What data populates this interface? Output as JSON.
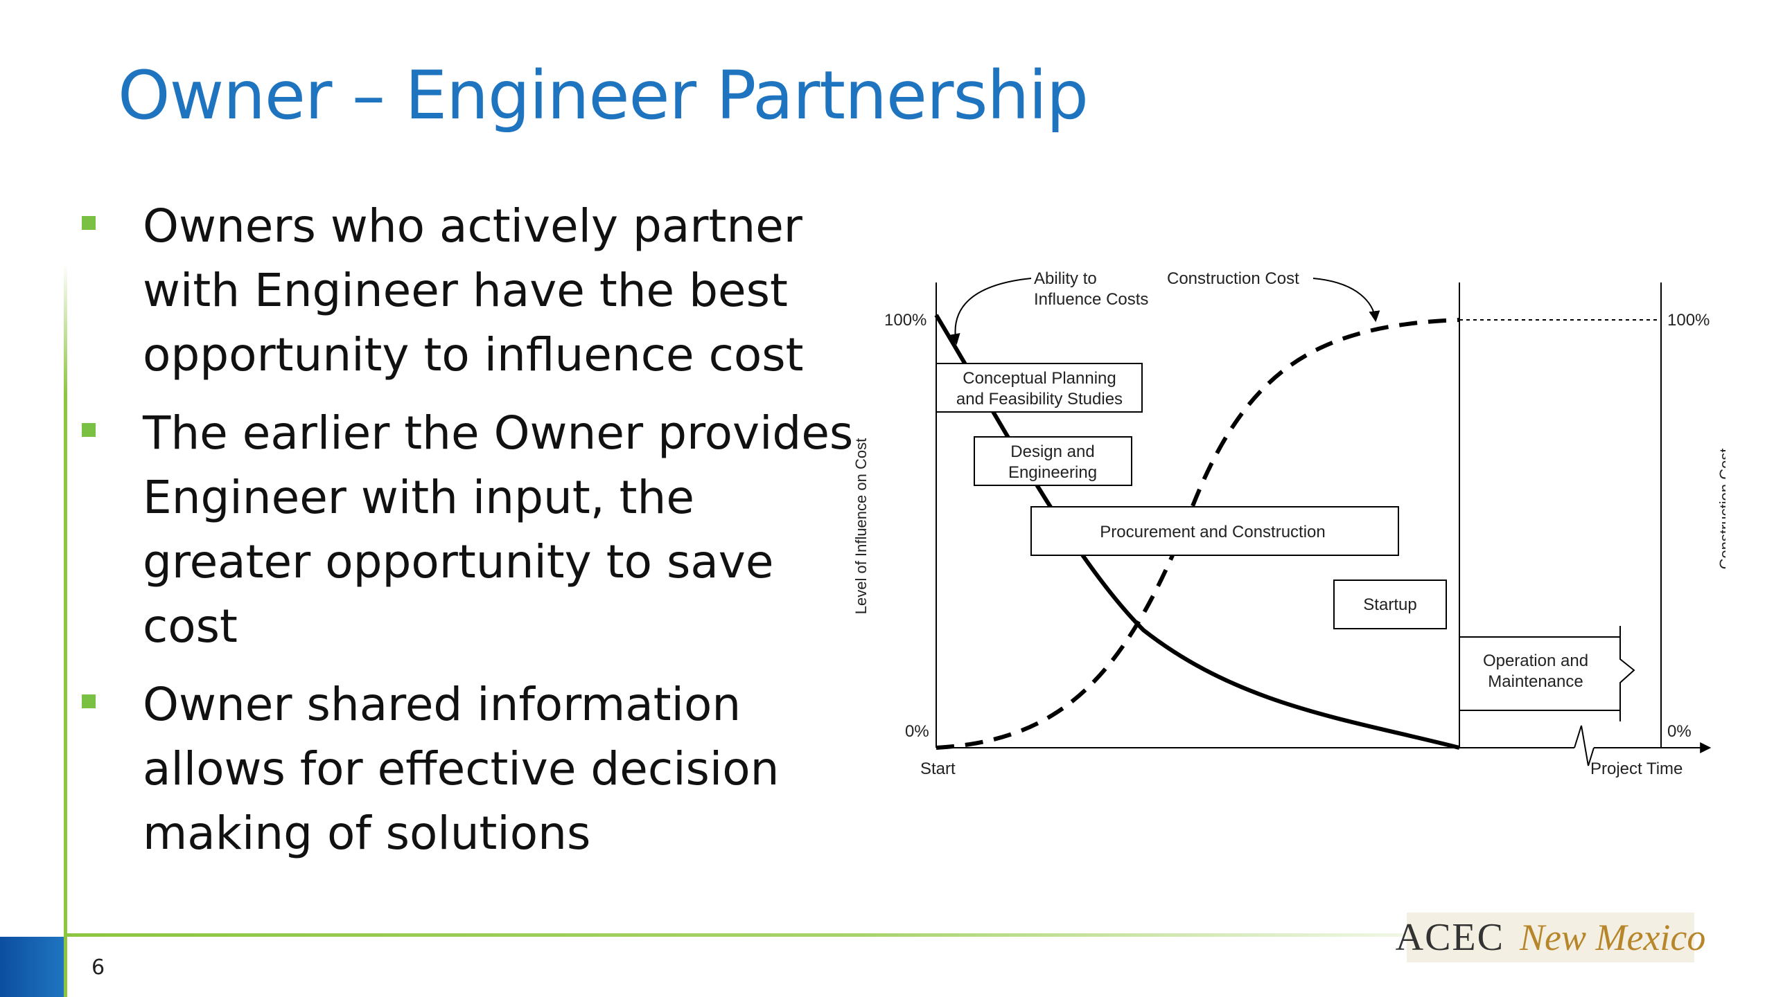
{
  "slide": {
    "title": "Owner – Engineer Partnership",
    "page_number": "6"
  },
  "bullets": [
    "Owners who actively partner with Engineer have the best opportunity to influence cost",
    "The earlier the Owner provides Engineer with input, the greater opportunity to save cost",
    "Owner shared information allows for effective decision making of solutions"
  ],
  "diagram": {
    "left_axis_label": "Level of Influence on Cost",
    "right_axis_label": "Construction Cost",
    "left_top_tick": "100%",
    "left_bottom_tick": "0%",
    "right_top_tick": "100%",
    "right_bottom_tick": "0%",
    "x_start": "Start",
    "x_end": "Project Time",
    "callout_influence_line1": "Ability to",
    "callout_influence_line2": "Influence Costs",
    "callout_construction": "Construction Cost",
    "phases": {
      "conceptual_line1": "Conceptual Planning",
      "conceptual_line2": "and Feasibility Studies",
      "design_line1": "Design and",
      "design_line2": "Engineering",
      "procurement": "Procurement and Construction",
      "startup": "Startup",
      "operation_line1": "Operation and",
      "operation_line2": "Maintenance"
    },
    "colors": {
      "curves": "#000000",
      "boxes": "#333333"
    }
  },
  "logo": {
    "org": "ACEC",
    "region": "New Mexico"
  },
  "colors": {
    "title": "#1f74c0",
    "accent_green": "#8cc63f",
    "accent_blue": "#1f74c0",
    "text": "#111111"
  }
}
